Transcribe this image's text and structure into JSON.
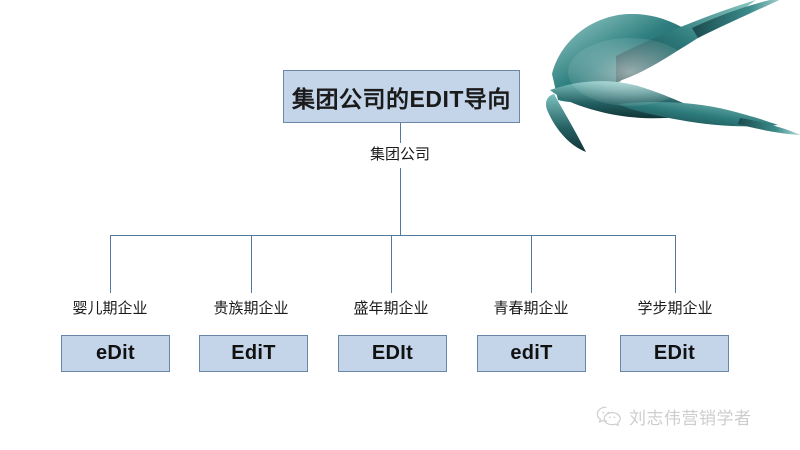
{
  "slide": {
    "background_color": "#ffffff",
    "accent_fill": "#c4d5ea",
    "accent_border": "#6b87a8",
    "connector_color": "#55799c"
  },
  "title": {
    "text": "集团公司的EDIT导向"
  },
  "root": {
    "label": "集团公司"
  },
  "nodes": [
    {
      "label": "婴儿期企业",
      "code": "eDit"
    },
    {
      "label": "贵族期企业",
      "code": "EdiT"
    },
    {
      "label": "盛年期企业",
      "code": "EDIt"
    },
    {
      "label": "青春期企业",
      "code": "ediT"
    },
    {
      "label": "学步期企业",
      "code": "EDit"
    }
  ],
  "watermark": {
    "icon": "wechat-icon",
    "text": "刘志伟营销学者"
  },
  "artwork": {
    "name": "teal-leaf-illustration",
    "color_dark": "#1d4f52",
    "color_mid": "#2f7f80",
    "color_light": "#7fc0bd"
  }
}
